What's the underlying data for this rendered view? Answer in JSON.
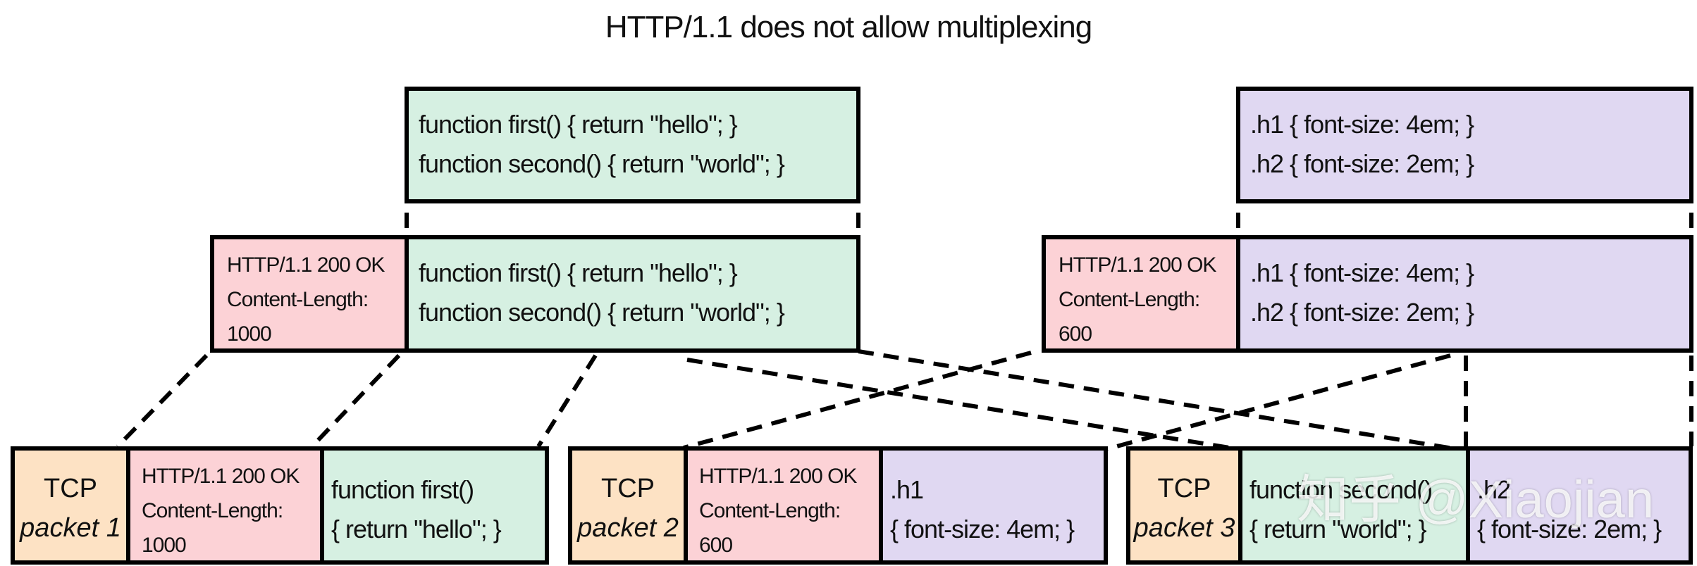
{
  "title": "HTTP/1.1 does not allow multiplexing",
  "resources": {
    "js": {
      "source_lines": [
        "function first() { return \"hello\"; }",
        "function second() { return \"world\"; }"
      ],
      "header_lines": [
        "HTTP/1.1 200 OK",
        "Content-Length:",
        "1000"
      ],
      "body_lines": [
        "function first() { return \"hello\"; }",
        "function second() { return \"world\"; }"
      ]
    },
    "css": {
      "source_lines": [
        ".h1 { font-size: 4em; }",
        ".h2 { font-size: 2em; }"
      ],
      "header_lines": [
        "HTTP/1.1 200 OK",
        "Content-Length:",
        "600"
      ],
      "body_lines": [
        ".h1 { font-size: 4em; }",
        ".h2 { font-size: 2em; }"
      ]
    }
  },
  "packets": [
    {
      "label": [
        "TCP",
        "packet 1"
      ],
      "header": [
        "HTTP/1.1 200 OK",
        "Content-Length:",
        "1000"
      ],
      "payload": [
        "function first()",
        "{ return \"hello\"; }"
      ]
    },
    {
      "label": [
        "TCP",
        "packet 2"
      ],
      "header": [
        "HTTP/1.1 200 OK",
        "Content-Length:",
        "600"
      ],
      "payload": [
        ".h1",
        "{ font-size: 4em; }"
      ]
    },
    {
      "label": [
        "TCP",
        "packet 3"
      ],
      "payload_js": [
        "function second()",
        "{ return \"world\"; }"
      ],
      "payload_css": [
        ".h2",
        "{ font-size: 2em; }"
      ]
    }
  ],
  "watermark": "知乎 @Xiaojian",
  "colors": {
    "code_green": "#d6f0e2",
    "header_pink": "#fcd2d6",
    "css_purple": "#e0d8f2",
    "tcp_orange": "#fde2c4",
    "border": "#000000"
  }
}
